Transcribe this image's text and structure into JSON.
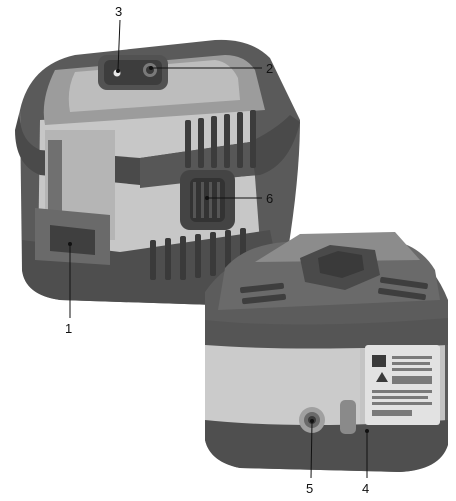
{
  "callouts": [
    {
      "id": "1",
      "label": "1"
    },
    {
      "id": "2",
      "label": "2"
    },
    {
      "id": "3",
      "label": "3"
    },
    {
      "id": "4",
      "label": "4"
    },
    {
      "id": "5",
      "label": "5"
    },
    {
      "id": "6",
      "label": "6"
    }
  ],
  "colors": {
    "background": "#ffffff",
    "rubber_dark": "#4f4f4f",
    "rubber_mid": "#666666",
    "body_light": "#c9c9c9",
    "body_mid": "#a9a9a9",
    "panel": "#dedede",
    "ink": "#111111"
  }
}
